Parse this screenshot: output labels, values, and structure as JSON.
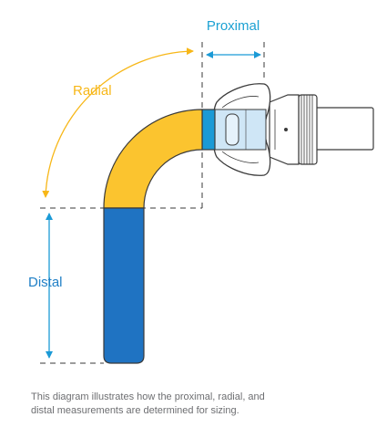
{
  "labels": {
    "proximal": "Proximal",
    "radial": "Radial",
    "distal": "Distal"
  },
  "caption": {
    "line1": "This diagram illustrates how the proximal, radial, and",
    "line2": "distal measurements are determined for sizing."
  },
  "colors": {
    "proximal": "#1b9ad6",
    "radial": "#fbc42f",
    "distal": "#1f73c2",
    "label_proximal": "#1ba1d3",
    "label_radial": "#f7b718",
    "label_distal": "#1f7fc6",
    "outline": "#3a3a3a",
    "caption": "#6d6e71"
  }
}
